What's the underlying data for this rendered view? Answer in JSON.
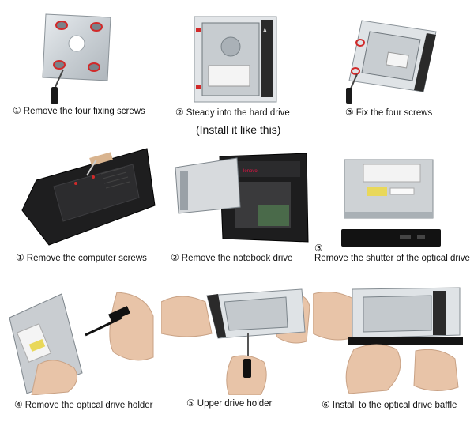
{
  "steps": [
    {
      "num": "①",
      "label": "Remove the four fixing screws"
    },
    {
      "num": "②",
      "label": "Steady into the hard drive"
    },
    {
      "num": "③",
      "label": "Fix the four screws"
    },
    {
      "num": "①",
      "label": "Remove the computer screws"
    },
    {
      "num": "②",
      "label": "Remove the notebook drive"
    },
    {
      "num": "③",
      "label": "Remove the shutter of the optical drive"
    },
    {
      "num": "④",
      "label": "Remove the optical drive holder"
    },
    {
      "num": "⑤",
      "label": "Upper drive holder"
    },
    {
      "num": "⑥",
      "label": "Install to the optical drive baffle"
    }
  ],
  "install_note": "(Install it like this)"
}
